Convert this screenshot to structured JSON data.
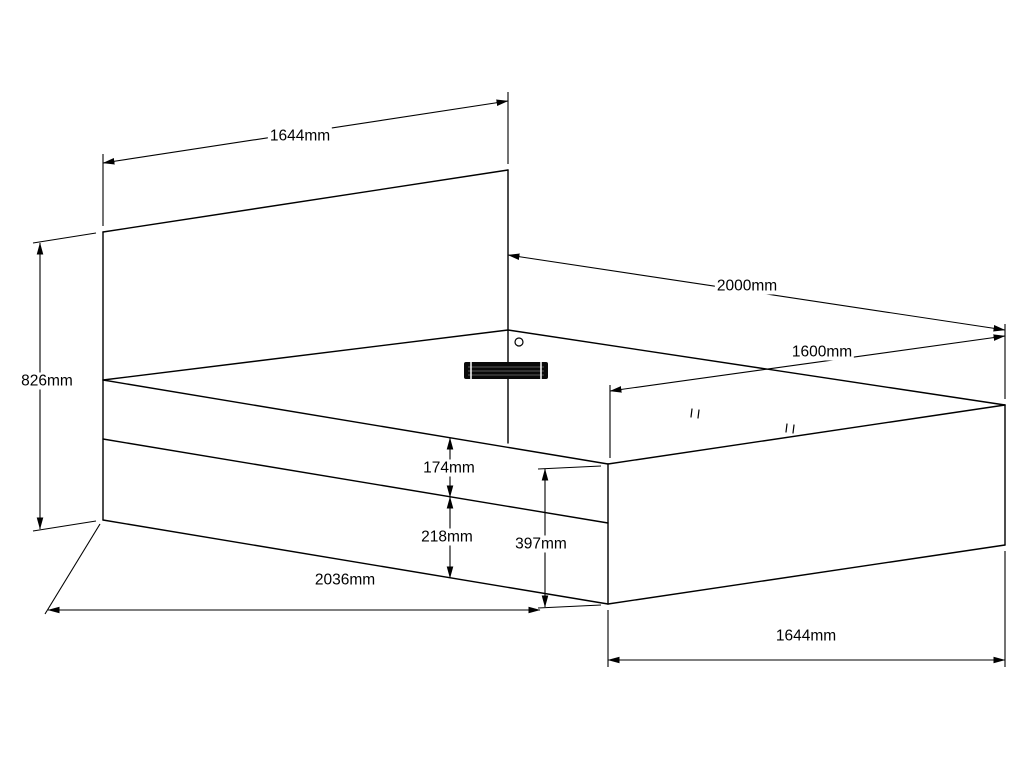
{
  "diagram": {
    "unit": "mm",
    "labels": {
      "headboard_width": "1644mm",
      "bed_length": "2000mm",
      "bed_width": "1600mm",
      "headboard_height": "826mm",
      "side_rail_height": "174mm",
      "under_bed_clearance": "218mm",
      "footboard_height": "397mm",
      "overall_length": "2036mm",
      "footboard_width": "1644mm"
    }
  }
}
